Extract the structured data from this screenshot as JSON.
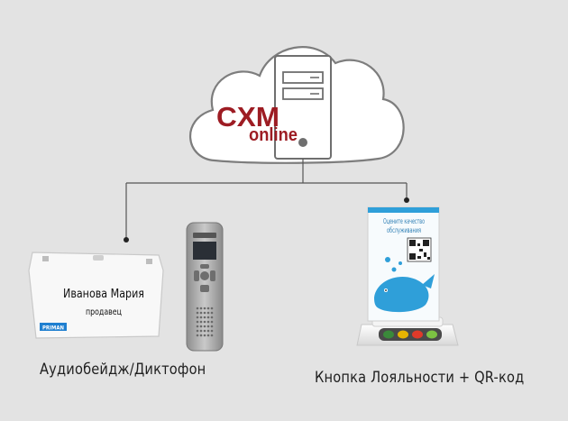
{
  "cloud": {
    "brand_main": "CXM",
    "brand_sub": "online",
    "brand_color": "#9d1c23"
  },
  "badge": {
    "name": "Иванова Мария",
    "role": "продавец",
    "logo": "PRIMAN"
  },
  "stand": {
    "heading_line1": "Оцените качество",
    "heading_line2": "обслуживания",
    "accent_color": "#2f9fd9"
  },
  "captions": {
    "left": "Аудиобейдж/Диктофон",
    "right": "Кнопка Лояльности + QR-код"
  },
  "button_colors": [
    "#3a8a3a",
    "#e8b400",
    "#e03a2a",
    "#7cc242"
  ]
}
